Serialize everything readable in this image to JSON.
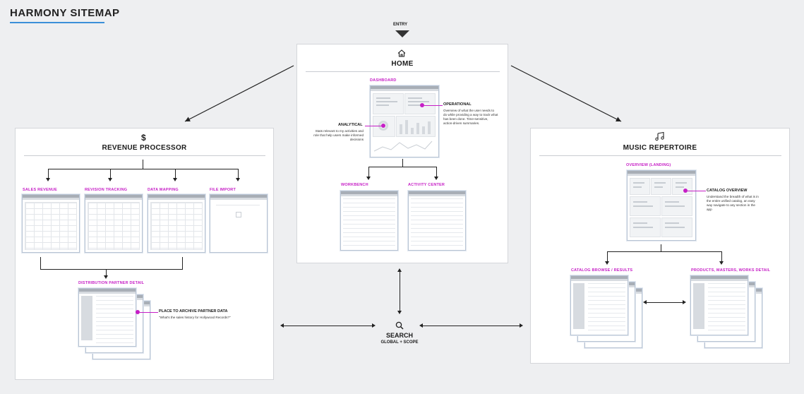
{
  "title": "HARMONY SITEMAP",
  "entry": "ENTRY",
  "home": {
    "title": "HOME",
    "icon": "home-icon",
    "dashboard_label": "DASHBOARD",
    "operational": {
      "title": "OPERATIONAL",
      "desc": "Overview of what the user needs to do while providing a way to track what has been done. Time-sensitive, action-driven summaries."
    },
    "analytical": {
      "title": "ANALYTICAL",
      "desc": "Stats relevant to my activities and role that help users make informed decisions"
    },
    "workbench_label": "WORKBENCH",
    "activity_label": "ACTIVITY CENTER"
  },
  "revenue": {
    "title": "REVENUE PROCESSOR",
    "icon": "dollar-icon",
    "children": [
      "SALES REVENUE",
      "REVISION TRACKING",
      "DATA MAPPING",
      "FILE IMPORT"
    ],
    "detail_label": "DISTRIBUTION PARTNER DETAIL",
    "detail_title": "PLACE TO ARCHIVE PARTNER DATA",
    "detail_desc": "\"What's the sales history for Hollywood Records?\""
  },
  "music": {
    "title": "MUSIC REPERTOIRE",
    "icon": "music-note-icon",
    "overview_label": "OVERVIEW (LANDING)",
    "catalog_title": "CATALOG OVERVIEW",
    "catalog_desc": "Understand the breadth of what is in the entire unified catalog, an easy way navigate to any section in the app",
    "browse_label": "CATALOG BROWSE / RESULTS",
    "detail_label": "PRODUCTS, MASTERS, WORKS DETAIL"
  },
  "search": {
    "title": "SEARCH",
    "subtitle": "GLOBAL + SCOPE",
    "icon": "search-icon"
  },
  "colors": {
    "accent": "#c61ec6",
    "title_underline": "#3b8fd8"
  }
}
